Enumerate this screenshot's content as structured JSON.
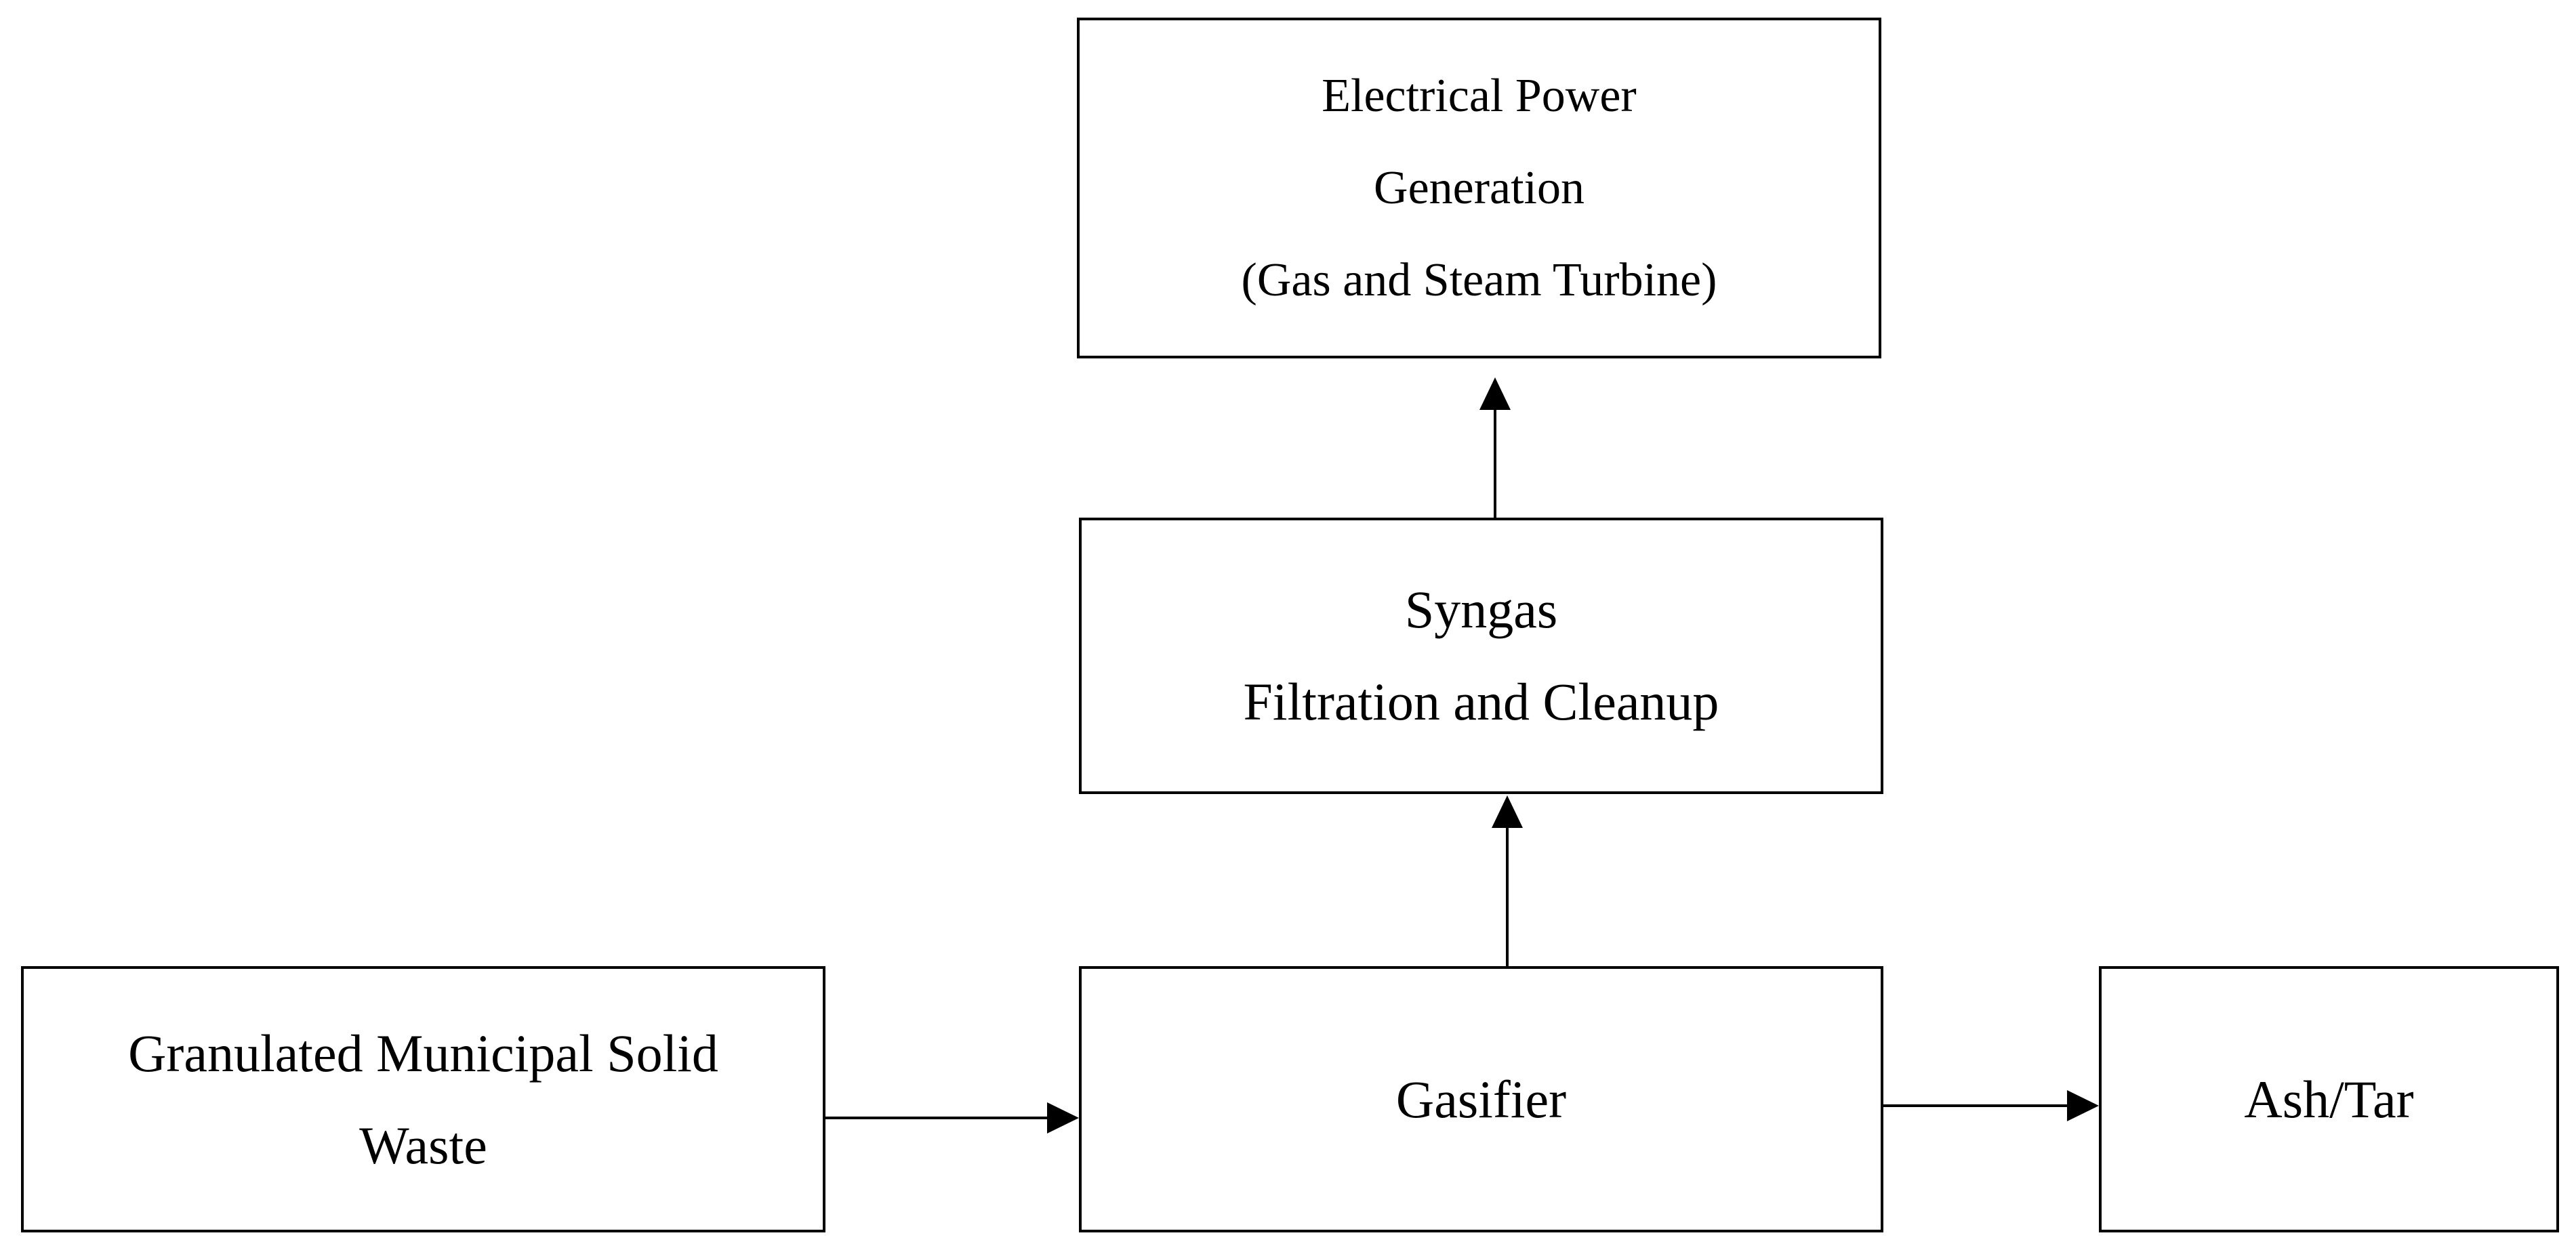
{
  "nodes": {
    "power_generation": {
      "lines": [
        "Electrical Power",
        "Generation",
        "(Gas and Steam Turbine)"
      ]
    },
    "syngas_cleanup": {
      "lines": [
        "Syngas",
        "Filtration and Cleanup"
      ]
    },
    "msw_input": {
      "lines": [
        "Granulated Municipal Solid",
        "Waste"
      ]
    },
    "gasifier": {
      "label": "Gasifier"
    },
    "ash_tar": {
      "label": "Ash/Tar"
    }
  },
  "edges": [
    {
      "from": "msw_input",
      "to": "gasifier"
    },
    {
      "from": "gasifier",
      "to": "syngas_cleanup"
    },
    {
      "from": "syngas_cleanup",
      "to": "power_generation"
    },
    {
      "from": "gasifier",
      "to": "ash_tar"
    }
  ]
}
